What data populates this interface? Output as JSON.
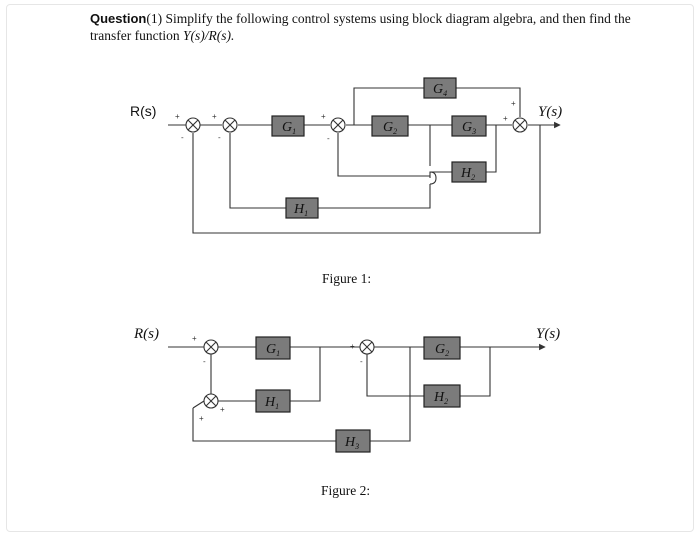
{
  "question": {
    "label": "Question",
    "number": "(1)",
    "text": " Simplify the following control systems using block diagram algebra, and then find the transfer function ",
    "tf": "Y(s)/R(s).",
    "tf_display": "Y(s)/R(s)."
  },
  "figure1": {
    "caption": "Figure 1:",
    "input": "R(s)",
    "output": "Y(s)",
    "blocks": {
      "G1": "G",
      "G2": "G",
      "G3": "G",
      "G4": "G",
      "H1": "H",
      "H2": "H"
    },
    "subs": {
      "G1": "1",
      "G2": "2",
      "G3": "3",
      "G4": "4",
      "H1": "1",
      "H2": "2"
    }
  },
  "figure2": {
    "caption": "Figure 2:",
    "input": "R(s)",
    "output": "Y(s)",
    "blocks": {
      "G1": "G",
      "G2": "G",
      "H1": "H",
      "H2": "H",
      "H3": "H"
    },
    "subs": {
      "G1": "1",
      "G2": "2",
      "H1": "1",
      "H2": "2",
      "H3": "3"
    }
  },
  "signs": {
    "plus": "+",
    "minus": "-"
  }
}
